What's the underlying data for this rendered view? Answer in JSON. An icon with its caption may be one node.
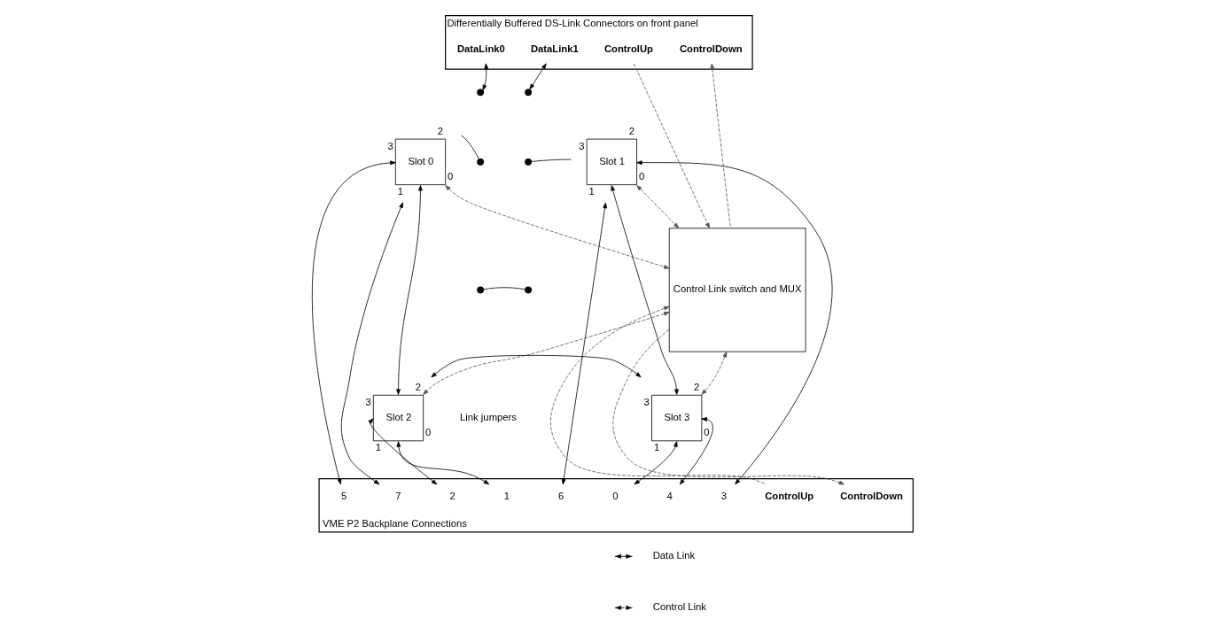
{
  "diagram": {
    "nodes": [
      {
        "text": [
          "Differentially Buffered DS-Link Connectors on front panel"
        ]
      },
      {
        "text": [
          "DataLink0"
        ],
        "in": 0
      },
      {
        "text": [
          "DataLink1"
        ],
        "in": 0
      },
      {
        "text": [
          "ControlUp"
        ],
        "in": 0
      },
      {
        "text": [
          "ControlDown"
        ],
        "in": 0
      },
      {
        "text": [
          "Slot 0"
        ],
        "beside": [
          "2",
          "3",
          "0",
          "1"
        ]
      },
      {
        "text": [],
        "shape": "circle"
      },
      {
        "text": [],
        "shape": "circle"
      },
      {
        "text": [],
        "shape": "circle"
      },
      {
        "text": [],
        "shape": "circle"
      },
      {
        "text": [],
        "shape": "circle"
      },
      {
        "text": [],
        "shape": "circle"
      },
      {
        "text": [
          "Slot 1"
        ],
        "beside": [
          "2",
          "3",
          "0",
          "1"
        ]
      },
      {
        "text": [
          "Control Link switch and MUX"
        ]
      },
      {
        "text": [
          "Slot 2"
        ],
        "beside": [
          "2",
          "3",
          "0",
          "1"
        ]
      },
      {
        "text": [
          "Slot 3"
        ],
        "beside": [
          "2",
          "3",
          "0",
          "1"
        ]
      },
      {
        "text": [
          "VME P2 Backplane Connections"
        ]
      },
      {
        "text": [
          "7"
        ],
        "in": 16
      },
      {
        "text": [
          "5"
        ],
        "in": 16
      },
      {
        "text": [
          "2"
        ],
        "in": 16
      },
      {
        "text": [
          "1"
        ],
        "in": 16
      },
      {
        "text": [
          "0"
        ],
        "in": 16
      },
      {
        "text": [
          "4"
        ],
        "in": 16
      },
      {
        "text": [
          "3"
        ],
        "in": 16
      },
      {
        "text": [
          "6"
        ],
        "in": 16
      },
      {
        "text": [
          "ControlUp"
        ],
        "in": 16
      },
      {
        "text": [
          "ControlDown"
        ],
        "in": 16
      }
    ],
    "edges": [
      {
        "from": 1,
        "to": 6,
        "arrow": "both"
      },
      {
        "from": 2,
        "to": 7,
        "arrow": "both"
      },
      {
        "from": 5,
        "to": 8,
        "arrow": "none"
      },
      {
        "from": 9,
        "to": 12,
        "arrow": "none"
      },
      {
        "from": 10,
        "to": 11,
        "arrow": "none"
      },
      {
        "from": 17,
        "to": 5,
        "arrow": "both"
      },
      {
        "from": 18,
        "to": 5,
        "arrow": "both"
      },
      {
        "from": 19,
        "to": 14,
        "arrow": "both"
      },
      {
        "from": 20,
        "to": 14,
        "arrow": "both"
      },
      {
        "from": 5,
        "to": 14,
        "arrow": "both"
      },
      {
        "from": 14,
        "to": 15,
        "arrow": "both"
      },
      {
        "from": 15,
        "to": 21,
        "arrow": "both"
      },
      {
        "from": 15,
        "to": 22,
        "arrow": "both"
      },
      {
        "from": 12,
        "to": 23,
        "arrow": "both"
      },
      {
        "from": 12,
        "to": 24,
        "arrow": "both"
      },
      {
        "from": 12,
        "to": 15,
        "arrow": "both"
      },
      {
        "from": 12,
        "to": 13,
        "arrow": "both",
        "style": "dashed",
        "color": "#555555"
      },
      {
        "from": 5,
        "to": 13,
        "arrow": "both",
        "style": "dashed",
        "color": "#555555"
      },
      {
        "from": 14,
        "to": 13,
        "arrow": "both",
        "style": "dashed",
        "color": "#555555"
      },
      {
        "from": 15,
        "to": 13,
        "arrow": "both",
        "style": "dashed",
        "color": "#555555"
      },
      {
        "from": 3,
        "to": 13,
        "arrow": "to",
        "style": "dashed",
        "color": "#555555"
      },
      {
        "from": 13,
        "to": 4,
        "arrow": "to",
        "style": "dashed",
        "color": "#555555"
      },
      {
        "from": 25,
        "to": 13,
        "arrow": "to",
        "style": "dashed",
        "color": "#555555"
      },
      {
        "from": 13,
        "to": 26,
        "arrow": "to",
        "style": "dashed",
        "color": "#555555"
      }
    ],
    "labels": [
      "Link jumpers"
    ],
    "legend": [
      {
        "text": "Data Link"
      },
      {
        "text": "Control Link"
      }
    ]
  }
}
